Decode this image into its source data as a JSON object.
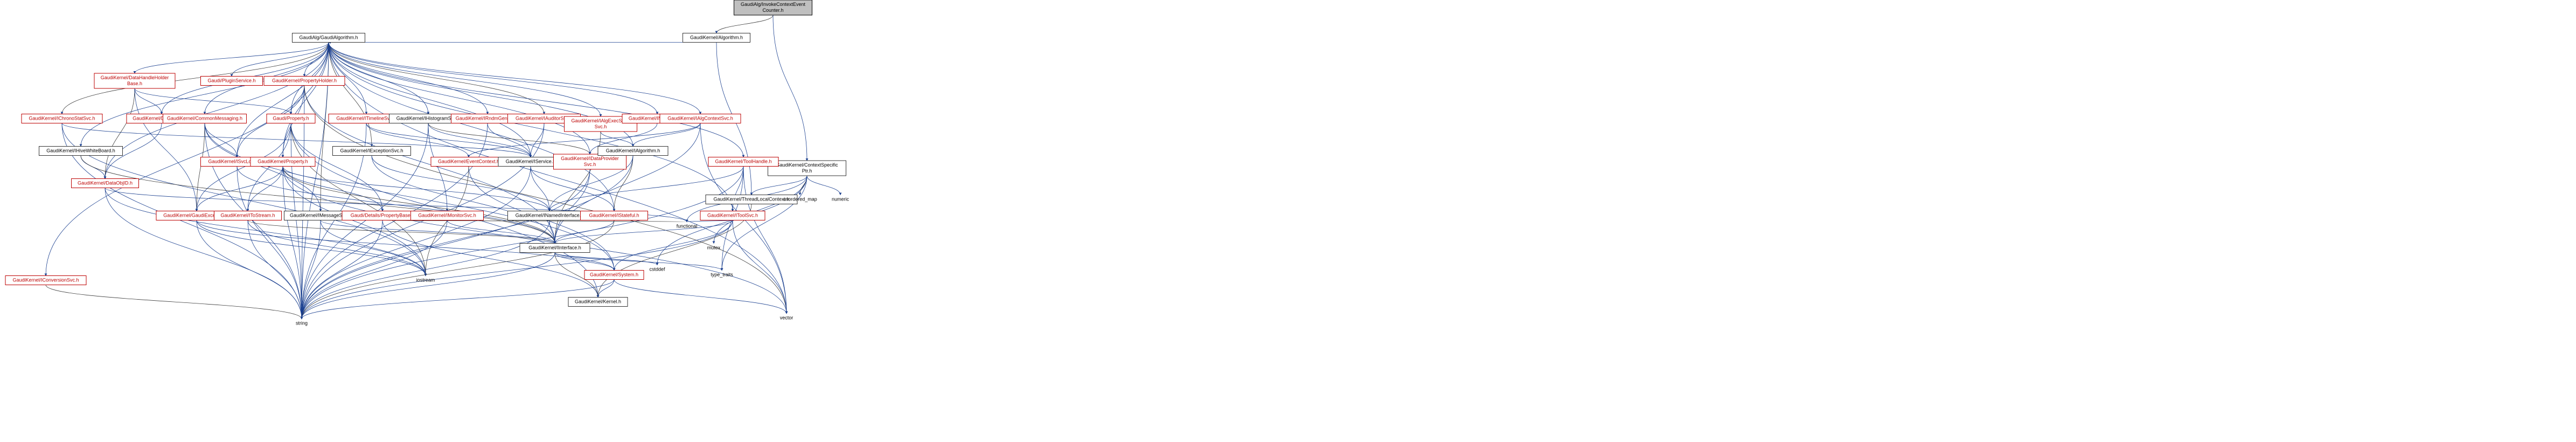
{
  "diagram": {
    "title": "",
    "nodes": [
      {
        "id": "root",
        "label": [
          "GaudiAlg/InvokeContextEvent",
          "Counter.h"
        ],
        "kind": "root"
      },
      {
        "id": "algorithm_h",
        "label": [
          "GaudiKernel/Algorithm.h"
        ],
        "kind": "black"
      },
      {
        "id": "gaudialg_h",
        "label": [
          "GaudiAlg/GaudiAlgorithm.h"
        ],
        "kind": "black"
      },
      {
        "id": "ctxspec",
        "label": [
          "GaudiKernel/ContextSpecific",
          "Ptr.h"
        ],
        "kind": "black"
      },
      {
        "id": "threadlocal",
        "label": [
          "GaudiKernel/ThreadLocalContext.h"
        ],
        "kind": "black"
      },
      {
        "id": "datahandleholder",
        "label": [
          "GaudiKernel/DataHandleHolder",
          "Base.h"
        ],
        "kind": "red"
      },
      {
        "id": "pluginservice",
        "label": [
          "Gaudi/PluginService.h"
        ],
        "kind": "red"
      },
      {
        "id": "propertyholder",
        "label": [
          "GaudiKernel/PropertyHolder.h"
        ],
        "kind": "red"
      },
      {
        "id": "ichronostat",
        "label": [
          "GaudiKernel/IChronoStatSvc.h"
        ],
        "kind": "red"
      },
      {
        "id": "datahandle",
        "label": [
          "GaudiKernel/DataHandle.h"
        ],
        "kind": "red"
      },
      {
        "id": "commonmsg",
        "label": [
          "GaudiKernel/CommonMessaging.h"
        ],
        "kind": "red"
      },
      {
        "id": "gaudiproperty",
        "label": [
          "Gaudi/Property.h"
        ],
        "kind": "red"
      },
      {
        "id": "itimeline",
        "label": [
          "GaudiKernel/ITimelineSvc.h"
        ],
        "kind": "red"
      },
      {
        "id": "ihistogram",
        "label": [
          "GaudiKernel/IHistogramSvc.h"
        ],
        "kind": "black"
      },
      {
        "id": "irndmgen",
        "label": [
          "GaudiKernel/IRndmGenSvc.h"
        ],
        "kind": "red"
      },
      {
        "id": "iauditor",
        "label": [
          "GaudiKernel/IAuditorSvc.h"
        ],
        "kind": "red"
      },
      {
        "id": "ialgexec",
        "label": [
          "GaudiKernel/IAlgExecState",
          "Svc.h"
        ],
        "kind": "red"
      },
      {
        "id": "intuple",
        "label": [
          "GaudiKernel/INTupleSvc.h"
        ],
        "kind": "red"
      },
      {
        "id": "ialgcontext",
        "label": [
          "GaudiKernel/IAlgContextSvc.h"
        ],
        "kind": "red"
      },
      {
        "id": "hivewhiteboard",
        "label": [
          "GaudiKernel/IHiveWhiteBoard.h"
        ],
        "kind": "black"
      },
      {
        "id": "isvclocator",
        "label": [
          "GaudiKernel/ISvcLocator.h"
        ],
        "kind": "red"
      },
      {
        "id": "gkproperty",
        "label": [
          "GaudiKernel/Property.h"
        ],
        "kind": "red"
      },
      {
        "id": "iexception",
        "label": [
          "GaudiKernel/IExceptionSvc.h"
        ],
        "kind": "black"
      },
      {
        "id": "eventcontext",
        "label": [
          "GaudiKernel/EventContext.h"
        ],
        "kind": "red"
      },
      {
        "id": "iservice",
        "label": [
          "GaudiKernel/IService.h"
        ],
        "kind": "black"
      },
      {
        "id": "idataprovider",
        "label": [
          "GaudiKernel/IDataProvider",
          "Svc.h"
        ],
        "kind": "red"
      },
      {
        "id": "ialgorithm",
        "label": [
          "GaudiKernel/IAlgorithm.h"
        ],
        "kind": "black"
      },
      {
        "id": "toolhandle",
        "label": [
          "GaudiKernel/ToolHandle.h"
        ],
        "kind": "red"
      },
      {
        "id": "iconversion",
        "label": [
          "GaudiKernel/IConversionSvc.h"
        ],
        "kind": "red"
      },
      {
        "id": "dataobjid",
        "label": [
          "GaudiKernel/DataObjID.h"
        ],
        "kind": "red"
      },
      {
        "id": "gaudiexception",
        "label": [
          "GaudiKernel/GaudiException.h"
        ],
        "kind": "red"
      },
      {
        "id": "itostream",
        "label": [
          "GaudiKernel/IToStream.h"
        ],
        "kind": "red"
      },
      {
        "id": "imessagesvc",
        "label": [
          "GaudiKernel/IMessageSvc.h"
        ],
        "kind": "black"
      },
      {
        "id": "propertybase",
        "label": [
          "Gaudi/Details/PropertyBase.h"
        ],
        "kind": "red"
      },
      {
        "id": "imonitor",
        "label": [
          "GaudiKernel/IMonitorSvc.h"
        ],
        "kind": "red"
      },
      {
        "id": "inamed",
        "label": [
          "GaudiKernel/INamedInterface.h"
        ],
        "kind": "black"
      },
      {
        "id": "istateful",
        "label": [
          "GaudiKernel/IStateful.h"
        ],
        "kind": "red"
      },
      {
        "id": "itoolsvc",
        "label": [
          "GaudiKernel/IToolSvc.h"
        ],
        "kind": "red"
      },
      {
        "id": "iinterface",
        "label": [
          "GaudiKernel/IInterface.h"
        ],
        "kind": "black"
      },
      {
        "id": "system",
        "label": [
          "GaudiKernel/System.h"
        ],
        "kind": "red"
      },
      {
        "id": "kernel",
        "label": [
          "GaudiKernel/Kernel.h"
        ],
        "kind": "black"
      },
      {
        "id": "iostream",
        "label": [
          "iostream"
        ],
        "kind": "plain"
      },
      {
        "id": "string",
        "label": [
          "string"
        ],
        "kind": "plain"
      },
      {
        "id": "vector",
        "label": [
          "vector"
        ],
        "kind": "plain"
      },
      {
        "id": "functional",
        "label": [
          "functional"
        ],
        "kind": "plain"
      },
      {
        "id": "mutex",
        "label": [
          "mutex"
        ],
        "kind": "plain"
      },
      {
        "id": "unordered_map",
        "label": [
          "unordered_map"
        ],
        "kind": "plain"
      },
      {
        "id": "numeric",
        "label": [
          "numeric"
        ],
        "kind": "plain"
      },
      {
        "id": "type_traits",
        "label": [
          "type_traits"
        ],
        "kind": "plain"
      },
      {
        "id": "cstddef",
        "label": [
          "cstddef"
        ],
        "kind": "plain"
      }
    ],
    "edges": [
      [
        "root",
        "algorithm_h"
      ],
      [
        "root",
        "ctxspec"
      ],
      [
        "algorithm_h",
        "gaudialg_h"
      ],
      [
        "algorithm_h",
        "threadlocal"
      ],
      [
        "ctxspec",
        "threadlocal"
      ],
      [
        "ctxspec",
        "functional"
      ],
      [
        "ctxspec",
        "mutex"
      ],
      [
        "ctxspec",
        "unordered_map"
      ],
      [
        "ctxspec",
        "numeric"
      ],
      [
        "ctxspec",
        "type_traits"
      ],
      [
        "ctxspec",
        "cstddef"
      ],
      [
        "gaudialg_h",
        "datahandleholder"
      ],
      [
        "gaudialg_h",
        "pluginservice"
      ],
      [
        "gaudialg_h",
        "propertyholder"
      ],
      [
        "gaudialg_h",
        "ichronostat"
      ],
      [
        "gaudialg_h",
        "datahandle"
      ],
      [
        "gaudialg_h",
        "commonmsg"
      ],
      [
        "gaudialg_h",
        "gaudiproperty"
      ],
      [
        "gaudialg_h",
        "itimeline"
      ],
      [
        "gaudialg_h",
        "ihistogram"
      ],
      [
        "gaudialg_h",
        "irndmgen"
      ],
      [
        "gaudialg_h",
        "iauditor"
      ],
      [
        "gaudialg_h",
        "ialgexec"
      ],
      [
        "gaudialg_h",
        "intuple"
      ],
      [
        "gaudialg_h",
        "ialgcontext"
      ],
      [
        "gaudialg_h",
        "hivewhiteboard"
      ],
      [
        "gaudialg_h",
        "isvclocator"
      ],
      [
        "gaudialg_h",
        "gkproperty"
      ],
      [
        "gaudialg_h",
        "iexception"
      ],
      [
        "gaudialg_h",
        "iservice"
      ],
      [
        "gaudialg_h",
        "idataprovider"
      ],
      [
        "gaudialg_h",
        "ialgorithm"
      ],
      [
        "gaudialg_h",
        "toolhandle"
      ],
      [
        "gaudialg_h",
        "iconversion"
      ],
      [
        "gaudialg_h",
        "dataobjid"
      ],
      [
        "gaudialg_h",
        "imessagesvc"
      ],
      [
        "gaudialg_h",
        "istateful"
      ],
      [
        "gaudialg_h",
        "itoolsvc"
      ],
      [
        "gaudialg_h",
        "string"
      ],
      [
        "gaudialg_h",
        "vector"
      ],
      [
        "datahandleholder",
        "datahandle"
      ],
      [
        "datahandleholder",
        "gaudiproperty"
      ],
      [
        "datahandleholder",
        "dataobjid"
      ],
      [
        "datahandleholder",
        "gaudiexception"
      ],
      [
        "propertyholder",
        "gaudiproperty"
      ],
      [
        "propertyholder",
        "gkproperty"
      ],
      [
        "propertyholder",
        "iinterface"
      ],
      [
        "propertyholder",
        "isvclocator"
      ],
      [
        "propertyholder",
        "string"
      ],
      [
        "propertyholder",
        "vector"
      ],
      [
        "ichronostat",
        "iservice"
      ],
      [
        "ichronostat",
        "iostream"
      ],
      [
        "ichronostat",
        "string"
      ],
      [
        "datahandle",
        "dataobjid"
      ],
      [
        "commonmsg",
        "imessagesvc"
      ],
      [
        "commonmsg",
        "isvclocator"
      ],
      [
        "commonmsg",
        "gaudiexception"
      ],
      [
        "commonmsg",
        "system"
      ],
      [
        "commonmsg",
        "string"
      ],
      [
        "gaudiproperty",
        "propertybase"
      ],
      [
        "gaudiproperty",
        "itostream"
      ],
      [
        "gaudiproperty",
        "gaudiexception"
      ],
      [
        "gaudiproperty",
        "kernel"
      ],
      [
        "gaudiproperty",
        "iostream"
      ],
      [
        "gaudiproperty",
        "string"
      ],
      [
        "itimeline",
        "eventcontext"
      ],
      [
        "itimeline",
        "iservice"
      ],
      [
        "itimeline",
        "string"
      ],
      [
        "ihistogram",
        "iservice"
      ],
      [
        "ihistogram",
        "imonitor"
      ],
      [
        "ihistogram",
        "idataprovider"
      ],
      [
        "ihistogram",
        "string"
      ],
      [
        "irndmgen",
        "iservice"
      ],
      [
        "irndmgen",
        "string"
      ],
      [
        "iauditor",
        "iservice"
      ],
      [
        "iauditor",
        "string"
      ],
      [
        "ialgexec",
        "ialgorithm"
      ],
      [
        "ialgexec",
        "iinterface"
      ],
      [
        "intuple",
        "idataprovider"
      ],
      [
        "ialgcontext",
        "eventcontext"
      ],
      [
        "ialgcontext",
        "ialgorithm"
      ],
      [
        "ialgcontext",
        "iinterface"
      ],
      [
        "ialgcontext",
        "vector"
      ],
      [
        "hivewhiteboard",
        "dataobjid"
      ],
      [
        "hivewhiteboard",
        "iinterface"
      ],
      [
        "isvclocator",
        "iinterface"
      ],
      [
        "isvclocator",
        "string"
      ],
      [
        "gkproperty",
        "gaudiexception"
      ],
      [
        "gkproperty",
        "itostream"
      ],
      [
        "gkproperty",
        "propertybase"
      ],
      [
        "gkproperty",
        "inamed"
      ],
      [
        "gkproperty",
        "iinterface"
      ],
      [
        "gkproperty",
        "iostream"
      ],
      [
        "gkproperty",
        "string"
      ],
      [
        "gkproperty",
        "vector"
      ],
      [
        "iexception",
        "inamed"
      ],
      [
        "iexception",
        "iinterface"
      ],
      [
        "eventcontext",
        "system"
      ],
      [
        "eventcontext",
        "iostream"
      ],
      [
        "iservice",
        "inamed"
      ],
      [
        "iservice",
        "istateful"
      ],
      [
        "iservice",
        "string"
      ],
      [
        "idataprovider",
        "iinterface"
      ],
      [
        "idataprovider",
        "string"
      ],
      [
        "ialgorithm",
        "inamed"
      ],
      [
        "ialgorithm",
        "istateful"
      ],
      [
        "ialgorithm",
        "string"
      ],
      [
        "toolhandle",
        "itoolsvc"
      ],
      [
        "toolhandle",
        "inamed"
      ],
      [
        "toolhandle",
        "type_traits"
      ],
      [
        "toolhandle",
        "vector"
      ],
      [
        "toolhandle",
        "string"
      ],
      [
        "iconversion",
        "string"
      ],
      [
        "dataobjid",
        "iostream"
      ],
      [
        "dataobjid",
        "functional"
      ],
      [
        "dataobjid",
        "string"
      ],
      [
        "gaudiexception",
        "iostream"
      ],
      [
        "gaudiexception",
        "string"
      ],
      [
        "gaudiexception",
        "system"
      ],
      [
        "itostream",
        "iinterface"
      ],
      [
        "itostream",
        "iostream"
      ],
      [
        "itostream",
        "string"
      ],
      [
        "imessagesvc",
        "iinterface"
      ],
      [
        "imessagesvc",
        "iostream"
      ],
      [
        "imessagesvc",
        "string"
      ],
      [
        "propertybase",
        "string"
      ],
      [
        "propertybase",
        "functional"
      ],
      [
        "propertybase",
        "kernel"
      ],
      [
        "imonitor",
        "iinterface"
      ],
      [
        "imonitor",
        "string"
      ],
      [
        "inamed",
        "iinterface"
      ],
      [
        "inamed",
        "string"
      ],
      [
        "istateful",
        "iinterface"
      ],
      [
        "istateful",
        "string"
      ],
      [
        "itoolsvc",
        "iinterface"
      ],
      [
        "itoolsvc",
        "system"
      ],
      [
        "itoolsvc",
        "string"
      ],
      [
        "itoolsvc",
        "functional"
      ],
      [
        "itoolsvc",
        "vector"
      ],
      [
        "iinterface",
        "system"
      ],
      [
        "iinterface",
        "kernel"
      ],
      [
        "iinterface",
        "type_traits"
      ],
      [
        "iinterface",
        "cstddef"
      ],
      [
        "iinterface",
        "string"
      ],
      [
        "system",
        "kernel"
      ],
      [
        "system",
        "string"
      ],
      [
        "system",
        "vector"
      ],
      [
        "threadlocal",
        "kernel"
      ]
    ]
  }
}
